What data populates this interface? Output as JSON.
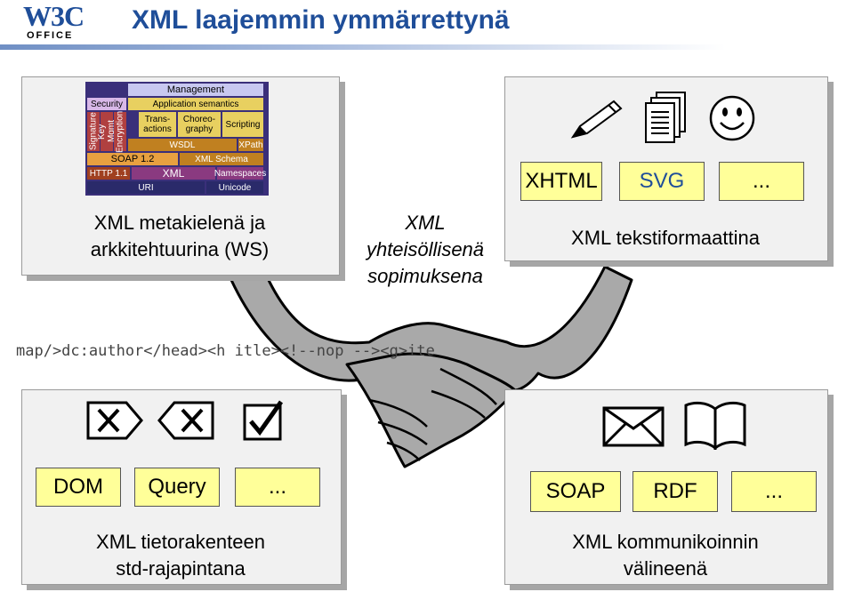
{
  "title": "XML laajemmin ymmärrettynä",
  "logo": {
    "line1": "W3C",
    "line2": "OFFICE"
  },
  "ws_stack": {
    "management": "Management",
    "security": "Security",
    "app_semantics": "Application semantics",
    "signature": "Signature",
    "key_mgmt": "Key Mgmt",
    "encryption": "Encryption",
    "transactions": "Trans-\nactions",
    "choreography": "Choreo-\ngraphy",
    "scripting": "Scripting",
    "wsdl": "WSDL",
    "xpath": "XPath",
    "soap": "SOAP 1.2",
    "xml_schema": "XML Schema",
    "http": "HTTP 1.1",
    "xml": "XML",
    "namespaces": "Namespaces",
    "uri": "URI",
    "unicode": "Unicode"
  },
  "panel_ws": {
    "caption_line1": "XML metakielenä ja",
    "caption_line2": "arkkitehtuurina (WS)"
  },
  "panel_text": {
    "tags": [
      "XHTML",
      "SVG",
      "..."
    ],
    "caption": "XML tekstiformaattina"
  },
  "middle": {
    "line1": "XML",
    "line2": "yhteisöllisenä",
    "line3": "sopimuksena"
  },
  "code_line": "map/>dc:author</head><h                                    itle><!--nop --><g>ite",
  "panel_dom": {
    "tags": [
      "DOM",
      "Query",
      "..."
    ],
    "caption_line1": "XML tietorakenteen",
    "caption_line2": "std-rajapintana"
  },
  "panel_comm": {
    "tags": [
      "SOAP",
      "RDF",
      "..."
    ],
    "caption_line1": "XML kommunikoinnin",
    "caption_line2": "välineenä"
  },
  "colors": {
    "title": "#1f4e99",
    "tag_fill": "#ffff99",
    "panel_fill": "#f1f1f1",
    "stack_bg": "#3a2f7a"
  }
}
